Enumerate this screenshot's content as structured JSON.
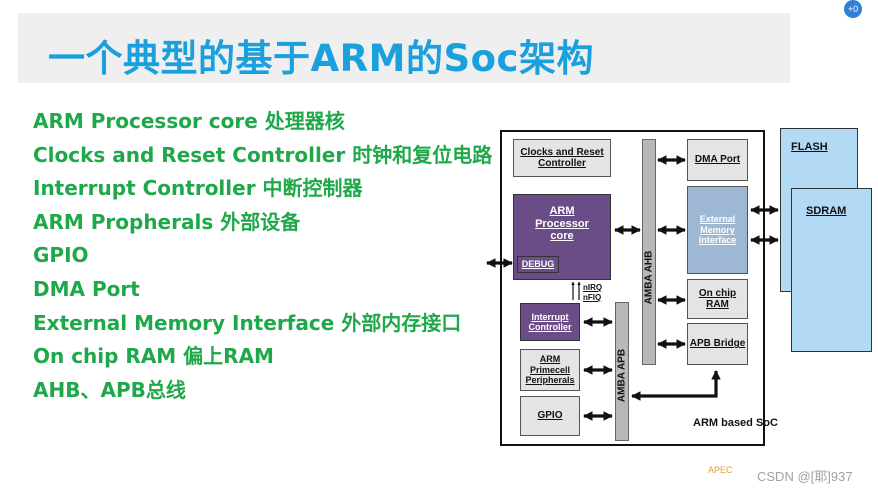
{
  "title": "一个典型的基于ARM的Soc架构",
  "corner_badge": "+0",
  "bullets": [
    "ARM Processor core 处理器核",
    "Clocks and Reset Controller 时钟和复位电路",
    "Interrupt Controller 中断控制器",
    "ARM Propherals 外部设备",
    "GPIO",
    "DMA Port",
    "External Memory Interface 外部内存接口",
    "On chip RAM 偏上RAM",
    "AHB、APB总线"
  ],
  "diagram": {
    "clocks": "Clocks and Reset Controller",
    "arm_core": "ARM Processor core",
    "debug": "DEBUG",
    "nirq": "nIRQ",
    "nfiq": "nFIQ",
    "interrupt": "Interrupt Controller",
    "primecell": "ARM Primecell Peripherals",
    "gpio": "GPIO",
    "ahb": "AMBA AHB",
    "apb": "AMBA APB",
    "dma": "DMA Port",
    "ext_mem": "External Memory Interface",
    "onchip": "On chip RAM",
    "apb_bridge": "APB Bridge",
    "flash": "FLASH",
    "sdram": "SDRAM",
    "soc_label": "ARM based SoC"
  },
  "footer": {
    "apec": "APEC",
    "watermark": "CSDN @[耶]937"
  }
}
